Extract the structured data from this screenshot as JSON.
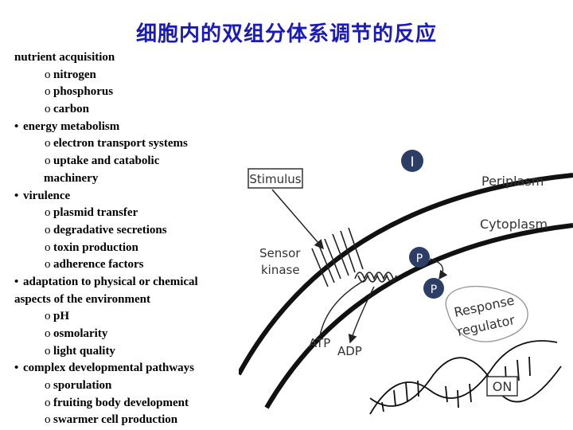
{
  "slide": {
    "title": "细胞内的双组分体系调节的反应"
  },
  "list": {
    "bullet_symbol": "•",
    "sub_symbol": "o",
    "lines": [
      {
        "level": "none",
        "text": "nutrient acquisition"
      },
      {
        "level": "sub",
        "text": "nitrogen"
      },
      {
        "level": "sub",
        "text": "phosphorus"
      },
      {
        "level": "sub",
        "text": "carbon"
      },
      {
        "level": "bullet",
        "text": "energy metabolism"
      },
      {
        "level": "sub",
        "text": "electron transport systems"
      },
      {
        "level": "sub",
        "text": "uptake and catabolic"
      },
      {
        "level": "wrap",
        "text": "machinery"
      },
      {
        "level": "bullet",
        "text": "virulence"
      },
      {
        "level": "sub",
        "text": "plasmid transfer"
      },
      {
        "level": "sub",
        "text": "degradative secretions"
      },
      {
        "level": "sub",
        "text": "toxin production"
      },
      {
        "level": "sub",
        "text": "adherence factors"
      },
      {
        "level": "bullet",
        "text": "adaptation to physical or chemical"
      },
      {
        "level": "none",
        "text": "aspects of the environment"
      },
      {
        "level": "sub",
        "text": "pH"
      },
      {
        "level": "sub",
        "text": "osmolarity"
      },
      {
        "level": "sub",
        "text": "light quality"
      },
      {
        "level": "bullet",
        "text": "complex developmental pathways"
      },
      {
        "level": "sub",
        "text": "sporulation"
      },
      {
        "level": "sub",
        "text": "fruiting body development"
      },
      {
        "level": "sub",
        "text": "swarmer cell production"
      }
    ]
  },
  "diagram": {
    "marker_i": "I",
    "stimulus": "Stimulus",
    "periplasm": "Periplasm",
    "cytoplasm": "Cytoplasm",
    "sensor_line1": "Sensor",
    "sensor_line2": "kinase",
    "phospho": "P",
    "response_line1": "Response",
    "response_line2": "regulator",
    "atp": "ATP",
    "adp": "ADP",
    "on": "ON"
  }
}
